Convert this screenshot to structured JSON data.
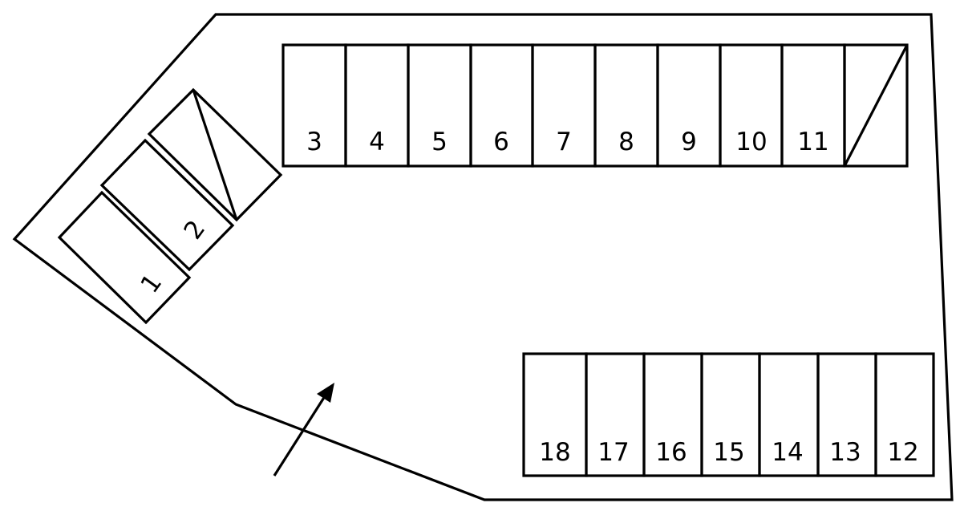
{
  "colors": {
    "line": "#000000",
    "background": "#ffffff"
  },
  "spaces": {
    "s1": "1",
    "s2": "2",
    "s3": "3",
    "s4": "4",
    "s5": "5",
    "s6": "6",
    "s7": "7",
    "s8": "8",
    "s9": "9",
    "s10": "10",
    "s11": "11",
    "s12": "12",
    "s13": "13",
    "s14": "14",
    "s15": "15",
    "s16": "16",
    "s17": "17",
    "s18": "18"
  }
}
